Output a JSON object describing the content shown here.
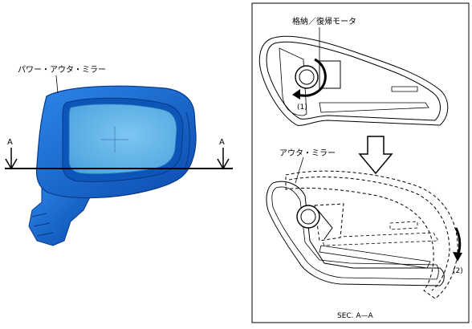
{
  "labels": {
    "power_outer_mirror": "パワー・アウタ・ミラー",
    "section_mark_left": "A",
    "section_mark_right": "A",
    "retract_return_motor": "格納／復帰モータ",
    "step_1": "(1)",
    "outer_mirror": "アウタ・ミラー",
    "step_2": "(2)",
    "section_caption": "SEC. A—A"
  },
  "colors": {
    "mirror_housing": "#1a6fd6",
    "mirror_housing_dark": "#0b4fb0",
    "mirror_glass": "#5fb1e8",
    "line": "#000000"
  }
}
